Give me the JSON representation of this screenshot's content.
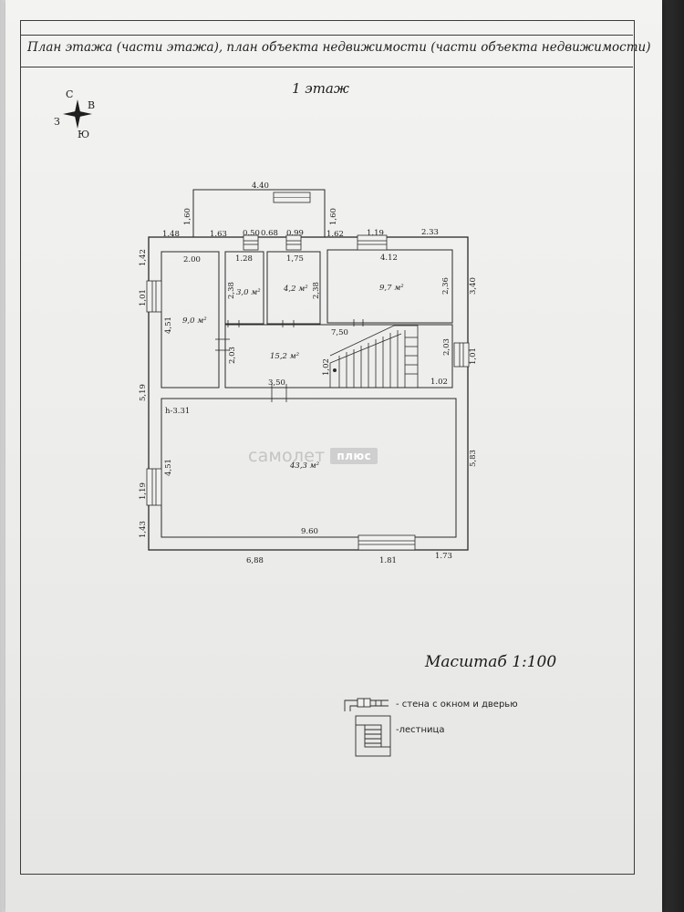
{
  "header": {
    "title": "План этажа (части этажа), план объекта недвижимости (части объекта недвижимости)"
  },
  "floor_title": "1 этаж",
  "compass": {
    "north": "С",
    "east": "В",
    "west": "З",
    "south": "Ю"
  },
  "watermark": {
    "word": "самолет",
    "badge": "плюс"
  },
  "scale": "Масштаб 1:100",
  "legend": {
    "wall_window_door": "- стена с окном и дверью",
    "stairs": "-лестница"
  },
  "rooms": {
    "room_9_0": "9,0 м²",
    "room_3_0": "3,0 м²",
    "room_4_2": "4,2 м²",
    "room_9_7": "9,7 м²",
    "room_15_2": "15,2 м²",
    "room_43_3": "43,3 м²"
  },
  "marks": {
    "height": "h-3.31"
  },
  "dims": {
    "top_4_40": "4.40",
    "left_1_60": "1,60",
    "right_1_60": "1,60",
    "d_1_48": "1.48",
    "d_1_63": "1.63",
    "d_0_50": "0.50",
    "d_0_68": "0.68",
    "d_0_99": "0.99",
    "d_1_62": "1.62",
    "d_1_19": "1.19",
    "d_2_33": "2.33",
    "d_1_42": "1,42",
    "d_2_00": "2.00",
    "d_1_28": "1.28",
    "d_1_75": "1,75",
    "d_4_12": "4.12",
    "d_1_01_left": "1,01",
    "d_2_38_a": "2,38",
    "d_2_38_b": "2,38",
    "d_2_36": "2,36",
    "d_3_40": "3,40",
    "d_4_51_a": "4,51",
    "d_7_50": "7,50",
    "d_2_03_a": "2,03",
    "d_2_03_b": "2,03",
    "d_1_01_right": "1,01",
    "d_1_02_a": "1,02",
    "d_1_02_b": "1.02",
    "d_5_19": "5,19",
    "d_3_50": "3,50",
    "d_5_83": "5,83",
    "d_4_51_b": "4,51",
    "d_1_19_left": "1,19",
    "d_1_43": "1,43",
    "d_9_60": "9.60",
    "d_6_88": "6,88",
    "d_1_81": "1.81",
    "d_1_73": "1.73"
  }
}
